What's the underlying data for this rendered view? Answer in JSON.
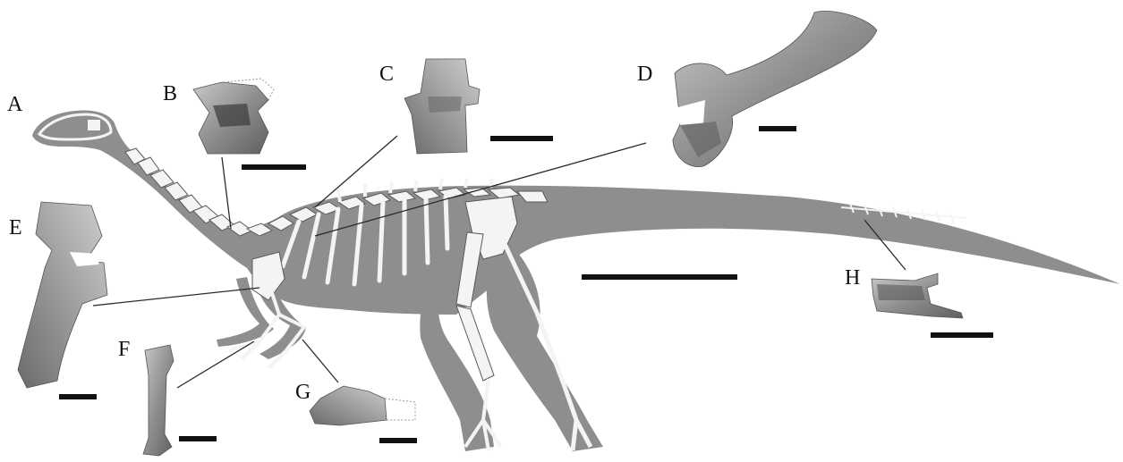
{
  "figure": {
    "panel_labels": {
      "a": "A",
      "b": "B",
      "c": "C",
      "d": "D",
      "e": "E",
      "f": "F",
      "g": "G",
      "h": "H"
    },
    "colors": {
      "silhouette": "#8e8e8e",
      "bone_white": "#f4f4f4",
      "bone_outline": "#5a5a5a",
      "fossil_light": "#b9b9b9",
      "fossil_dark": "#6f6f6f",
      "scale_bar": "#111111",
      "leader_line": "#2a2a2a"
    }
  }
}
